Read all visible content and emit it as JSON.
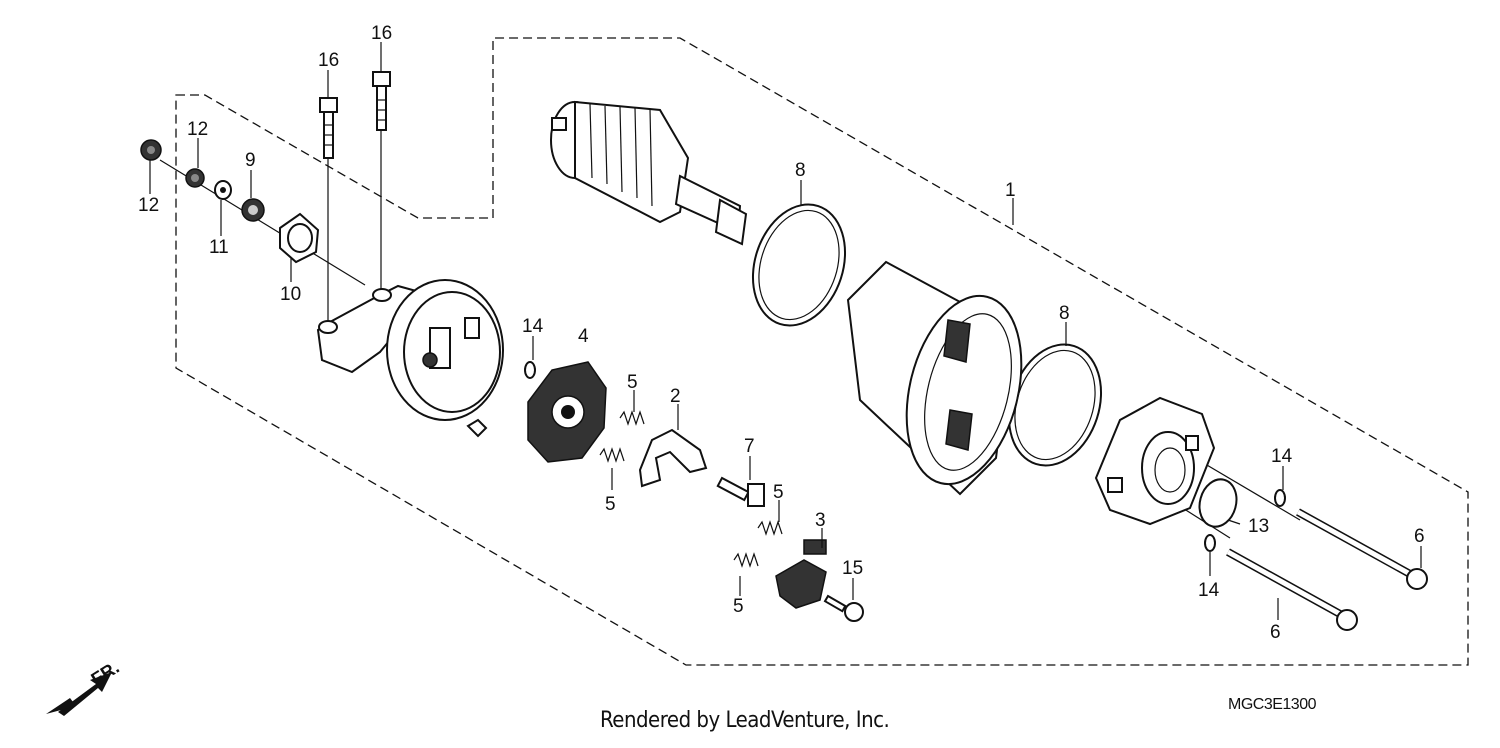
{
  "callouts": [
    {
      "id": "c1",
      "text": "1"
    },
    {
      "id": "c2",
      "text": "2"
    },
    {
      "id": "c3",
      "text": "3"
    },
    {
      "id": "c4",
      "text": "4"
    },
    {
      "id": "c5a",
      "text": "5"
    },
    {
      "id": "c5b",
      "text": "5"
    },
    {
      "id": "c5c",
      "text": "5"
    },
    {
      "id": "c5d",
      "text": "5"
    },
    {
      "id": "c6a",
      "text": "6"
    },
    {
      "id": "c6b",
      "text": "6"
    },
    {
      "id": "c7",
      "text": "7"
    },
    {
      "id": "c8a",
      "text": "8"
    },
    {
      "id": "c8b",
      "text": "8"
    },
    {
      "id": "c9",
      "text": "9"
    },
    {
      "id": "c10",
      "text": "10"
    },
    {
      "id": "c11",
      "text": "11"
    },
    {
      "id": "c12a",
      "text": "12"
    },
    {
      "id": "c12b",
      "text": "12"
    },
    {
      "id": "c13",
      "text": "13"
    },
    {
      "id": "c14a",
      "text": "14"
    },
    {
      "id": "c14b",
      "text": "14"
    },
    {
      "id": "c14c",
      "text": "14"
    },
    {
      "id": "c15",
      "text": "15"
    },
    {
      "id": "c16a",
      "text": "16"
    },
    {
      "id": "c16b",
      "text": "16"
    }
  ],
  "front_marker": "FR.",
  "credit": "Rendered by LeadVenture, Inc.",
  "diagram_code": "MGC3E1300"
}
